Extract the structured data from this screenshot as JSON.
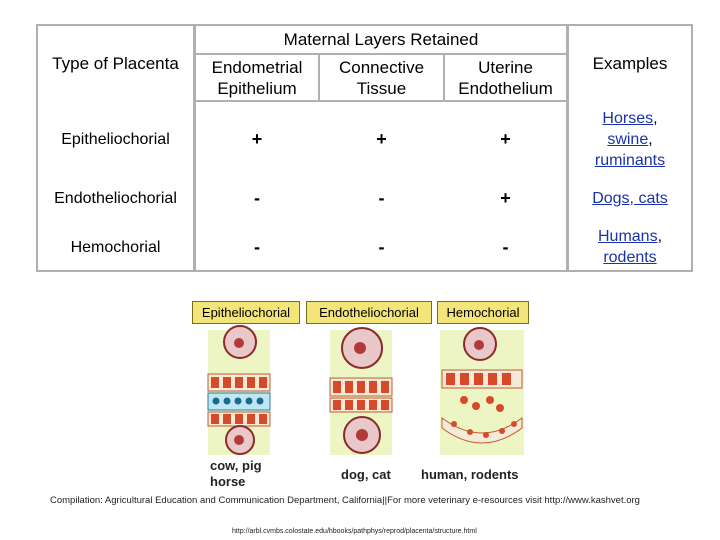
{
  "table": {
    "group_header": "Maternal Layers Retained",
    "row_header_label": "Type of Placenta",
    "columns": [
      "Endometrial Epithelium",
      "Connective Tissue",
      "Uterine Endothelium"
    ],
    "examples_label": "Examples",
    "rows": [
      {
        "type": "Epitheliochorial",
        "values": [
          "+",
          "+",
          "+"
        ],
        "examples": [
          [
            "Horses",
            ","
          ],
          [
            "swine",
            ","
          ],
          [
            "ruminants",
            ""
          ]
        ]
      },
      {
        "type": "Endotheliochorial",
        "values": [
          "-",
          "-",
          "+"
        ],
        "examples": [
          [
            "Dogs, cats",
            ""
          ]
        ]
      },
      {
        "type": "Hemochorial",
        "values": [
          "-",
          "-",
          "-"
        ],
        "examples": [
          [
            "Humans",
            ","
          ],
          [
            "rodents",
            ""
          ]
        ]
      }
    ]
  },
  "illustration": {
    "labels": [
      "Epitheliochorial",
      "Endotheliochorial",
      "Hemochorial"
    ],
    "captions": [
      "cow, pig\nhorse",
      "dog, cat",
      "human, rodents"
    ]
  },
  "footer": {
    "credit": "Compilation: Agricultural Education and Communication Department, California||For more veterinary e-resources visit http://www.kashvet.org",
    "url": "http://arbl.cvmbs.colostate.edu/hbooks/pathphys/reprod/placenta/structure.html"
  }
}
